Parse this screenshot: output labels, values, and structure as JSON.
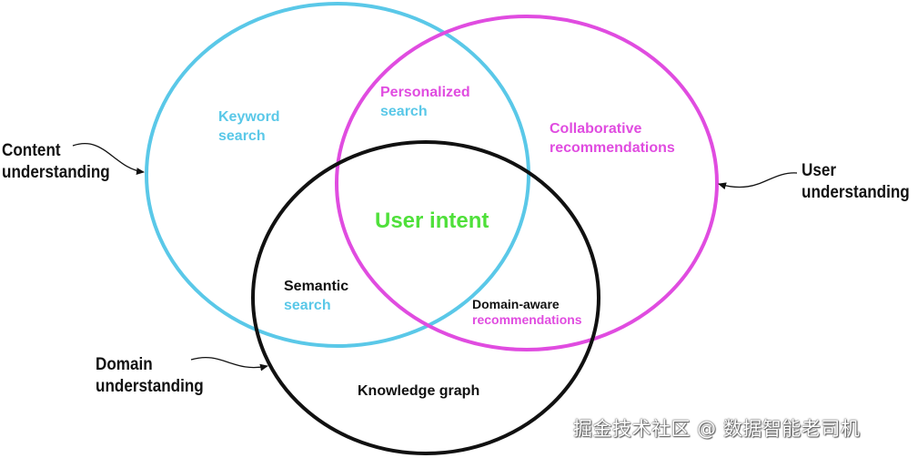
{
  "colors": {
    "content_circle": "#5ac8e8",
    "user_circle": "#e04ce0",
    "domain_circle": "#111111",
    "center_text": "#4fe03a"
  },
  "outer_labels": {
    "content": {
      "line1": "Content",
      "line2": "understanding"
    },
    "user": {
      "line1": "User",
      "line2": "understanding"
    },
    "domain": {
      "line1": "Domain",
      "line2": "understanding"
    }
  },
  "regions": {
    "keyword": {
      "line1": "Keyword",
      "line2": "search"
    },
    "personalized": {
      "line1": "Personalized",
      "line2": "search"
    },
    "collaborative": {
      "line1": "Collaborative",
      "line2": "recommendations"
    },
    "center": "User intent",
    "semantic": {
      "line1": "Semantic",
      "line2": "search"
    },
    "domain_aware": {
      "line1": "Domain-aware",
      "line2": "recommendations"
    },
    "knowledge_graph": "Knowledge graph"
  },
  "watermark": "掘金技术社区 @ 数据智能老司机"
}
